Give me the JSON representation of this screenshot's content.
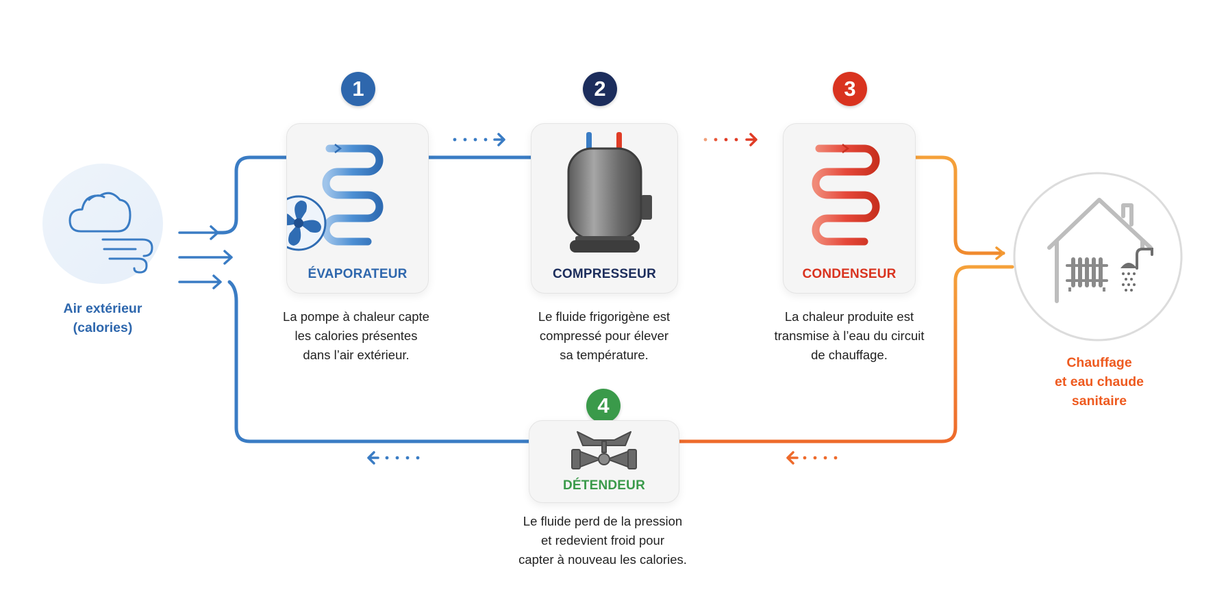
{
  "source": {
    "label_lines": [
      "Air extérieur",
      "(calories)"
    ]
  },
  "steps": [
    {
      "number": "1",
      "title": "ÉVAPORATEUR",
      "icon": "evaporator-coil-and-fan-icon",
      "description_lines": [
        "La pompe à chaleur capte",
        "les calories présentes",
        "dans l’air extérieur."
      ]
    },
    {
      "number": "2",
      "title": "COMPRESSEUR",
      "icon": "compressor-icon",
      "description_lines": [
        "Le fluide frigorigène est",
        "compressé pour élever",
        "sa température."
      ]
    },
    {
      "number": "3",
      "title": "CONDENSEUR",
      "icon": "condenser-coil-icon",
      "description_lines": [
        "La chaleur produite est",
        "transmise à l’eau du circuit",
        "de chauffage."
      ]
    },
    {
      "number": "4",
      "title": "DÉTENDEUR",
      "icon": "expansion-valve-icon",
      "description_lines": [
        "Le fluide perd de la pression",
        "et redevient froid pour",
        "capter à nouveau les calories."
      ]
    }
  ],
  "destination": {
    "label_lines": [
      "Chauffage",
      "et eau chaude",
      "sanitaire"
    ],
    "icon": "house-radiator-shower-icon"
  },
  "colors": {
    "cold": "#3a7cc4",
    "cold_dark": "#1f4f8f",
    "navy": "#1c2d5c",
    "hot": "#e03c26",
    "orange": "#f39a32",
    "green": "#3a9a4a",
    "gray_dark": "#4a4a4a"
  }
}
